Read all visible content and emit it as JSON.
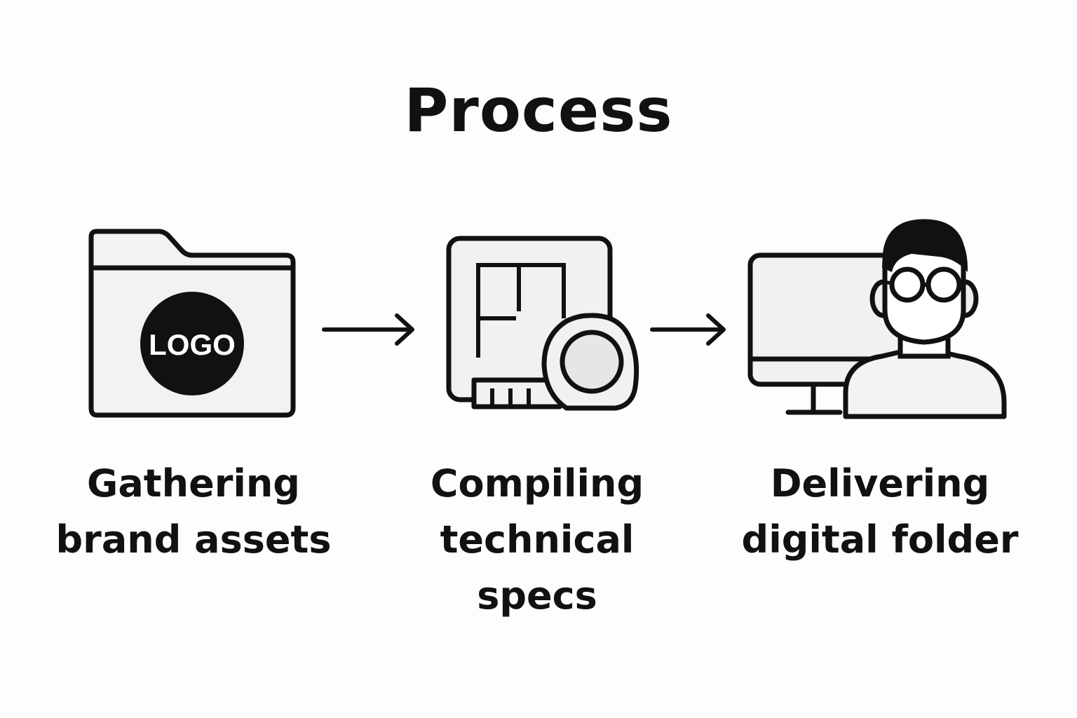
{
  "title": "Process",
  "steps": [
    {
      "icon": "folder-logo-icon",
      "logo_text": "LOGO",
      "lines": [
        "Gathering",
        "brand assets"
      ]
    },
    {
      "icon": "blueprint-tape-measure-icon",
      "lines": [
        "Compiling",
        "technical",
        "specs"
      ]
    },
    {
      "icon": "monitor-person-icon",
      "lines": [
        "Delivering",
        "digital folder"
      ]
    }
  ],
  "arrows": [
    "arrow-right-icon",
    "arrow-right-icon"
  ]
}
